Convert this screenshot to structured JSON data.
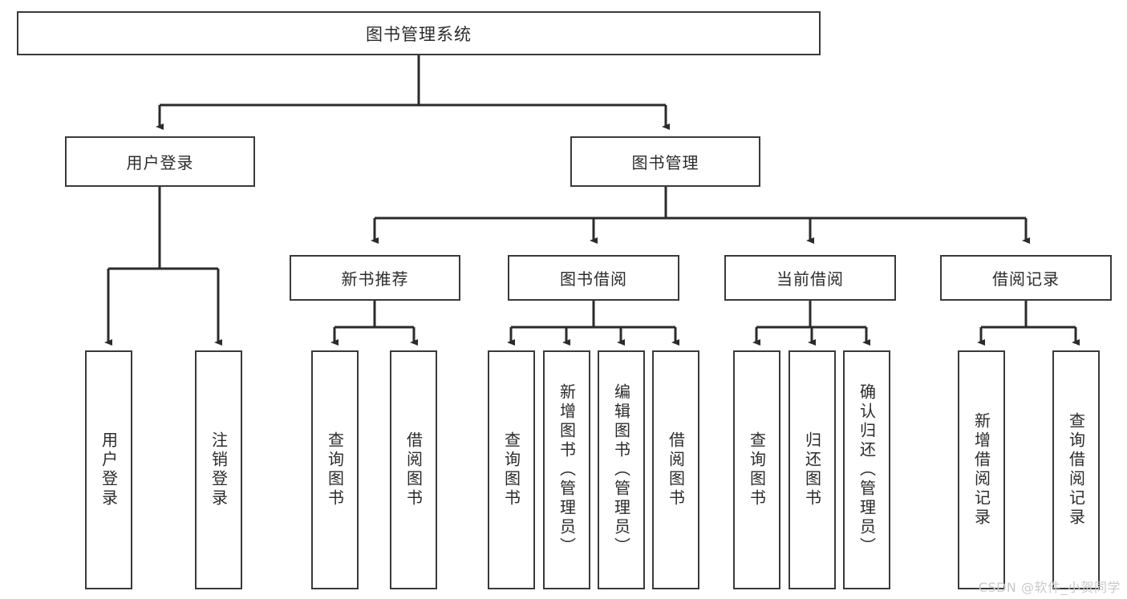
{
  "diagram": {
    "title": "图书管理系统",
    "root": {
      "label": "图书管理系统"
    },
    "level1": [
      {
        "label": "用户登录"
      },
      {
        "label": "图书管理"
      }
    ],
    "level2": [
      {
        "label": "新书推荐"
      },
      {
        "label": "图书借阅"
      },
      {
        "label": "当前借阅"
      },
      {
        "label": "借阅记录"
      }
    ],
    "leaves": {
      "user_login": [
        {
          "label": "用户登录"
        },
        {
          "label": "注销登录"
        }
      ],
      "new_book_recommend": [
        {
          "label": "查询图书"
        },
        {
          "label": "借阅图书"
        }
      ],
      "book_borrow": [
        {
          "label": "查询图书"
        },
        {
          "label": "新增图书（管理员）"
        },
        {
          "label": "编辑图书（管理员）"
        },
        {
          "label": "借阅图书"
        }
      ],
      "current_borrow": [
        {
          "label": "查询图书"
        },
        {
          "label": "归还图书"
        },
        {
          "label": "确认归还（管理员）"
        }
      ],
      "borrow_record": [
        {
          "label": "新增借阅记录"
        },
        {
          "label": "查询借阅记录"
        }
      ]
    }
  },
  "watermark": {
    "text": "CSDN @软件_小贺同学"
  },
  "colors": {
    "stroke": "#3a3a3a",
    "text": "#2b2b2b",
    "background": "#ffffff",
    "watermark": "#c9c9c9"
  }
}
